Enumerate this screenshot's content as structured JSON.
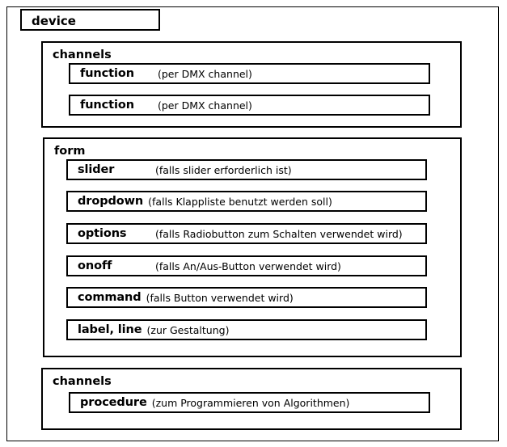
{
  "diagram": {
    "title_box": {
      "label": "device"
    },
    "groups": [
      {
        "name": "channels-top",
        "title": "channels",
        "rows": [
          {
            "label": "function",
            "desc": "(per DMX channel)",
            "wide_label": false
          },
          {
            "label": "function",
            "desc": "(per DMX channel)",
            "wide_label": false
          }
        ]
      },
      {
        "name": "form",
        "title": "form",
        "rows": [
          {
            "label": "slider",
            "desc": "(falls slider erforderlich ist)",
            "wide_label": false
          },
          {
            "label": "dropdown",
            "desc": "(falls Klappliste benutzt werden soll)",
            "wide_label": true
          },
          {
            "label": "options",
            "desc": "(falls Radiobutton zum Schalten verwendet wird)",
            "wide_label": false
          },
          {
            "label": "onoff",
            "desc": "(falls An/Aus-Button verwendet wird)",
            "wide_label": false
          },
          {
            "label": "command",
            "desc": "(falls Button verwendet wird)",
            "wide_label": true
          },
          {
            "label": "label, line",
            "desc": "(zur Gestaltung)",
            "wide_label": true
          }
        ]
      },
      {
        "name": "channels-bottom",
        "title": "channels",
        "rows": [
          {
            "label": "procedure",
            "desc": "(zum Programmieren von Algorithmen)",
            "wide_label": true
          }
        ]
      }
    ]
  },
  "colors": {
    "stroke": "#000000",
    "background": "#ffffff",
    "text": "#000000"
  }
}
